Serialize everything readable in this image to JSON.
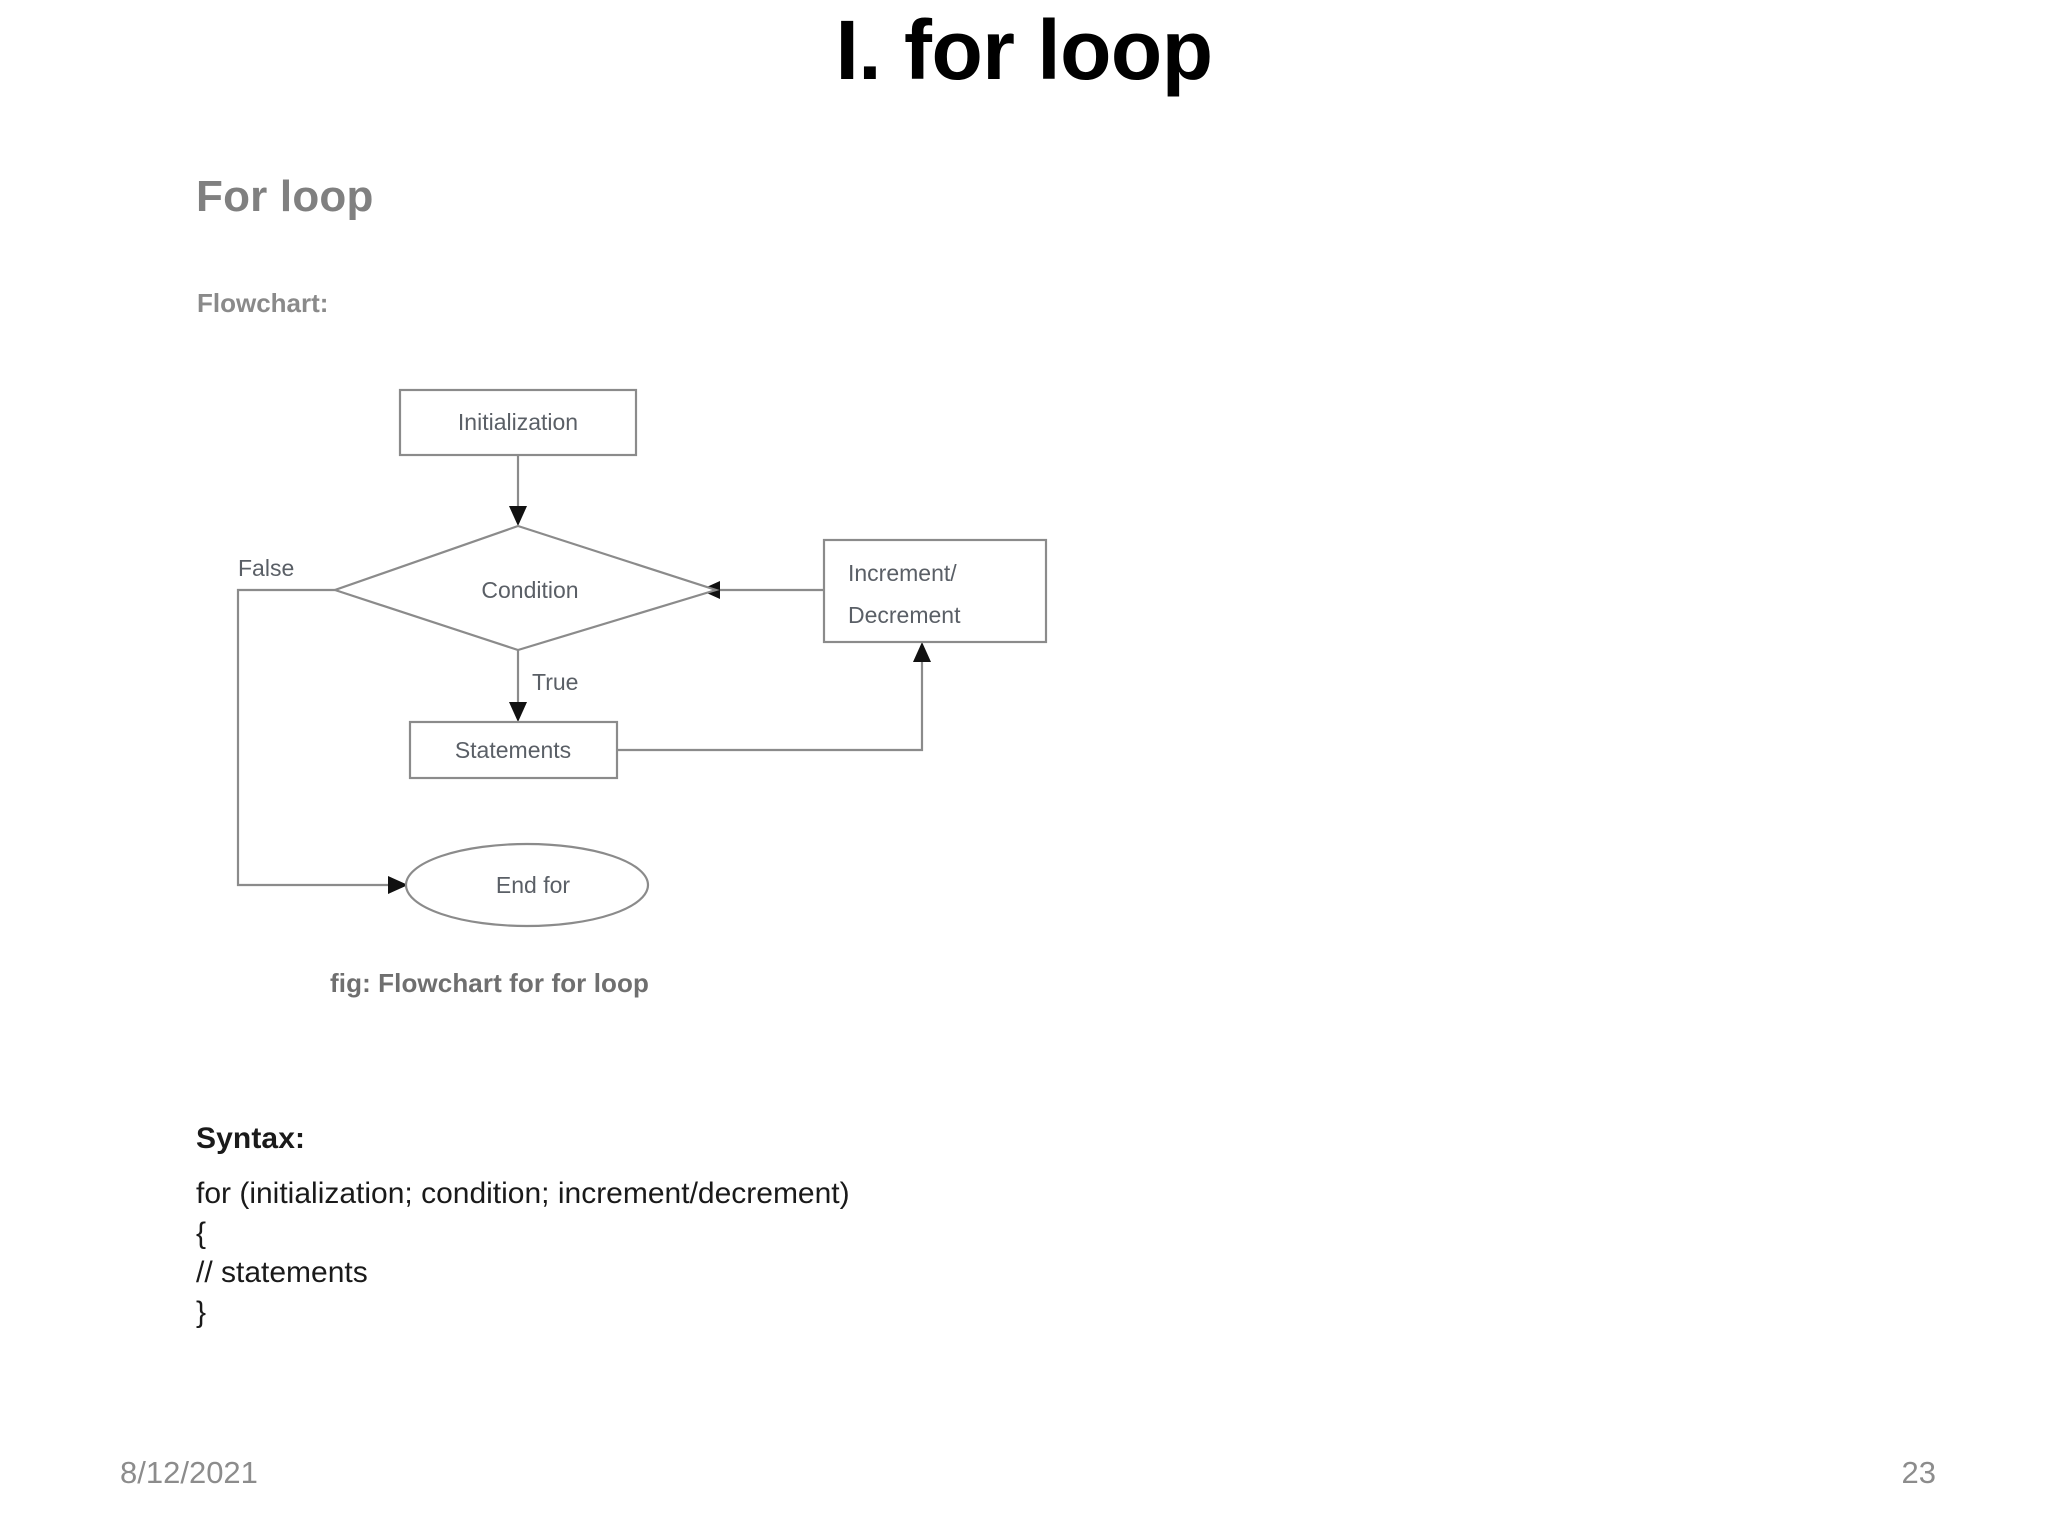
{
  "slide": {
    "title": "I. for loop",
    "section_heading": "For loop",
    "flowchart_label": "Flowchart:",
    "figure_caption": "fig: Flowchart for for loop"
  },
  "flowchart": {
    "nodes": {
      "initialization": "Initialization",
      "condition": "Condition",
      "increment_decrement_line1": "Increment/",
      "increment_decrement_line2": "Decrement",
      "statements": "Statements",
      "end_for": "End for"
    },
    "edge_labels": {
      "false": "False",
      "true": "True"
    }
  },
  "syntax": {
    "title": "Syntax:",
    "lines": [
      "for (initialization; condition; increment/decrement)",
      "{",
      "// statements",
      "}"
    ],
    "line_1": "for (initialization; condition; increment/decrement)",
    "line_2": "{",
    "line_3": "// statements",
    "line_4": "}"
  },
  "footer": {
    "date": "8/12/2021",
    "page_number": "23"
  },
  "colors": {
    "title_text": "#000000",
    "heading_gray": "#808080",
    "body_text": "#1a1a1a",
    "footer_gray": "#8c8c8c",
    "shape_stroke": "#8b8b8b",
    "shape_fill": "#ffffff",
    "background": "#ffffff"
  }
}
